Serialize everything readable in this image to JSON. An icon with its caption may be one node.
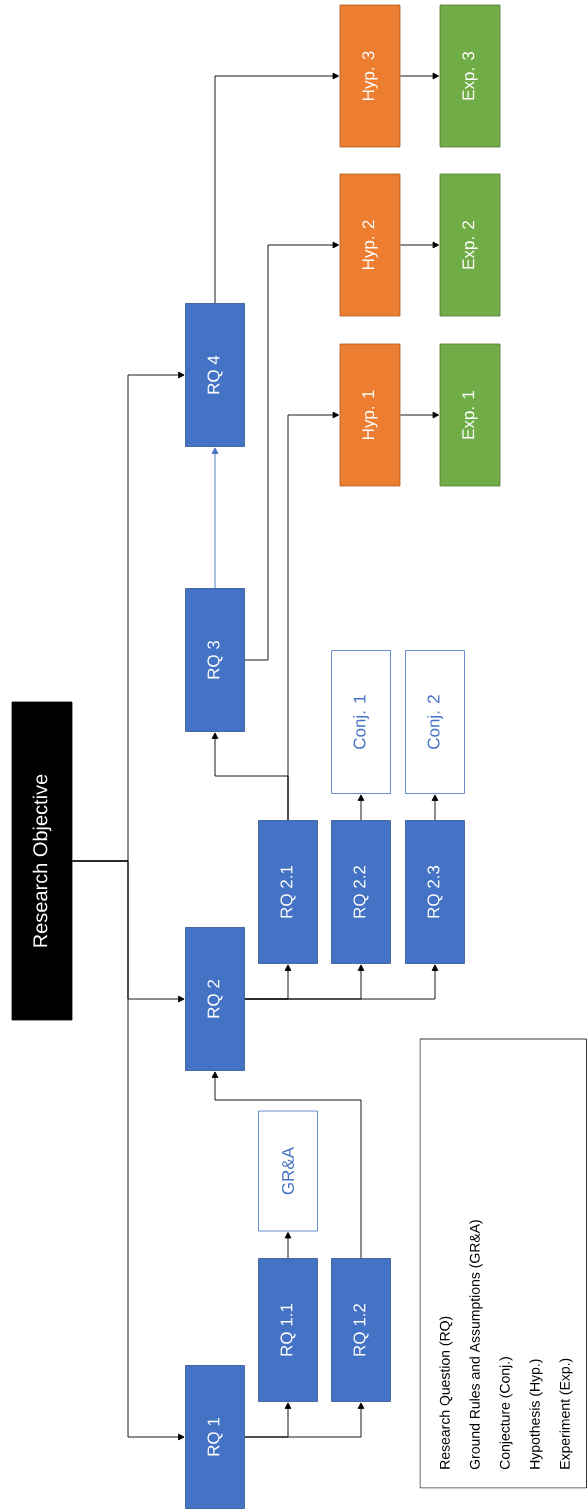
{
  "diagram": {
    "nodes": [
      {
        "text": [
          "Research Objective"
        ]
      },
      {
        "text": [
          "RQ 1"
        ]
      },
      {
        "text": [
          "RQ 1.1"
        ]
      },
      {
        "text": [
          "RQ 1.2"
        ]
      },
      {
        "text": [
          "GR&A"
        ]
      },
      {
        "text": [
          "RQ 2"
        ]
      },
      {
        "text": [
          "RQ 2.1"
        ]
      },
      {
        "text": [
          "RQ 2.2"
        ]
      },
      {
        "text": [
          "RQ 2.3"
        ]
      },
      {
        "text": [
          "Conj. 1"
        ]
      },
      {
        "text": [
          "Conj. 2"
        ]
      },
      {
        "text": [
          "RQ 3"
        ]
      },
      {
        "text": [
          "RQ 4"
        ]
      },
      {
        "text": [
          "Hyp. 1"
        ]
      },
      {
        "text": [
          "Exp. 1"
        ]
      },
      {
        "text": [
          "Hyp. 2"
        ]
      },
      {
        "text": [
          "Exp. 2"
        ]
      },
      {
        "text": [
          "Hyp. 3"
        ]
      },
      {
        "text": [
          "Exp. 3"
        ]
      }
    ],
    "edges": [
      {
        "from": 0,
        "to": 1,
        "arrow": "to"
      },
      {
        "from": 0,
        "to": 5,
        "arrow": "to"
      },
      {
        "from": 0,
        "to": 12,
        "arrow": "to"
      },
      {
        "from": 1,
        "to": 2,
        "arrow": "to"
      },
      {
        "from": 1,
        "to": 3,
        "arrow": "to"
      },
      {
        "from": 2,
        "to": 4,
        "arrow": "to"
      },
      {
        "from": 3,
        "to": 5,
        "arrow": "to"
      },
      {
        "from": 5,
        "to": 6,
        "arrow": "to"
      },
      {
        "from": 5,
        "to": 7,
        "arrow": "to"
      },
      {
        "from": 5,
        "to": 8,
        "arrow": "to"
      },
      {
        "from": 7,
        "to": 9,
        "arrow": "to"
      },
      {
        "from": 8,
        "to": 10,
        "arrow": "to"
      },
      {
        "from": 6,
        "to": 11,
        "arrow": "to"
      },
      {
        "from": 6,
        "to": 13,
        "arrow": "to"
      },
      {
        "from": 11,
        "to": 15,
        "arrow": "to"
      },
      {
        "from": 11,
        "to": 12,
        "arrow": "to",
        "color": "#4472c4"
      },
      {
        "from": 12,
        "to": 17,
        "arrow": "to"
      },
      {
        "from": 13,
        "to": 14,
        "arrow": "to"
      },
      {
        "from": 15,
        "to": 16,
        "arrow": "to"
      },
      {
        "from": 17,
        "to": 18,
        "arrow": "to"
      }
    ],
    "labels": [
      "Research Question (RQ)",
      "Ground Rules and Assumptions (GR&A)",
      "Conjecture (Conj.)",
      "Hypothesis (Hyp.)",
      "Experiment (Exp.)"
    ]
  }
}
